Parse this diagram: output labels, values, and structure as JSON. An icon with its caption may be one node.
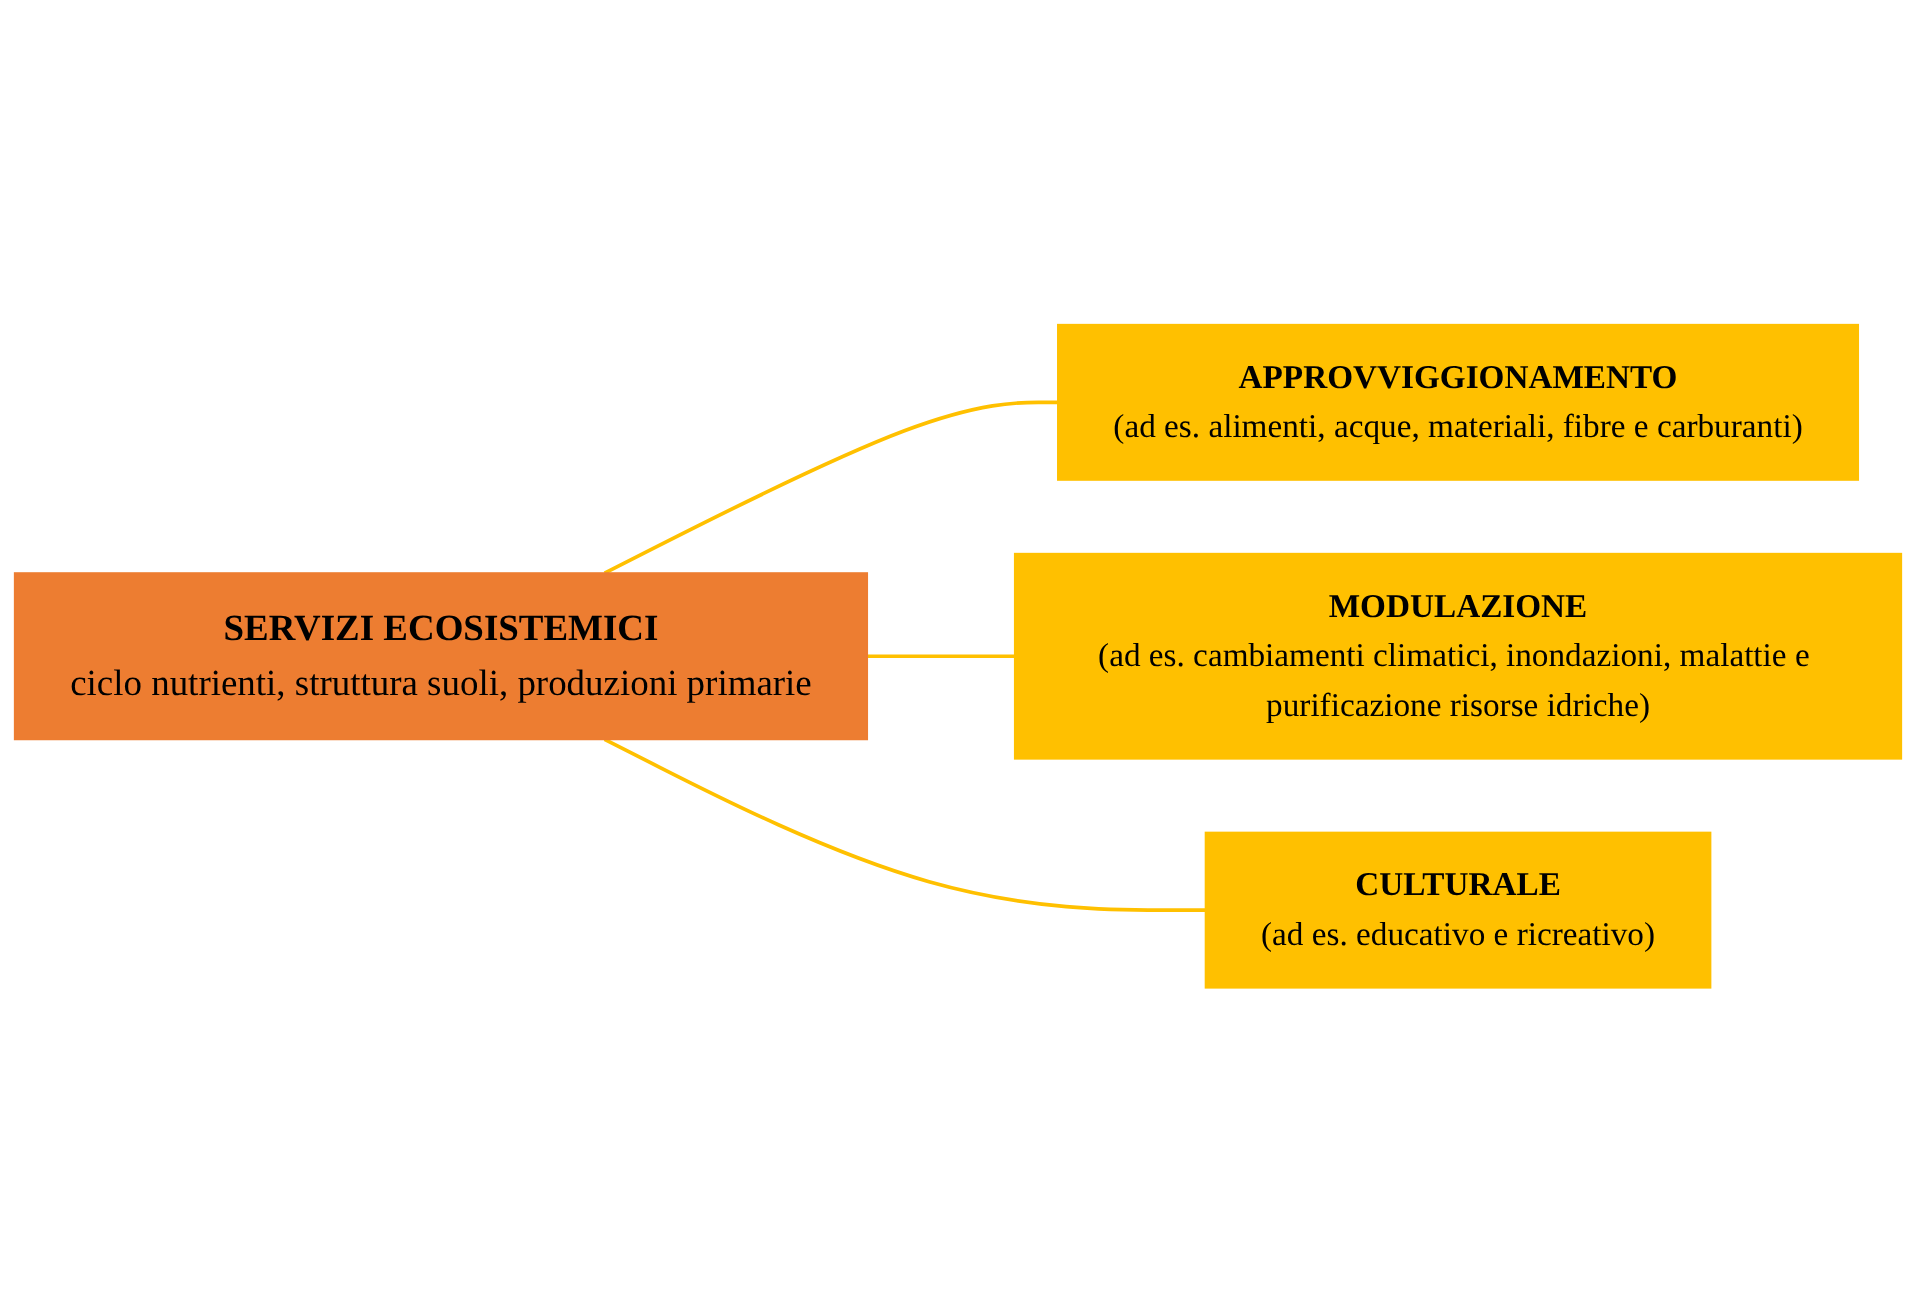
{
  "diagram": {
    "nodes": [
      {
        "text": [
          "SERVIZI ECOSISTEMICI",
          "ciclo nutrienti, struttura suoli, produzioni primarie"
        ]
      },
      {
        "text": [
          "APPROVVIGGIONAMENTO",
          "(ad es. alimenti, acque, materiali, fibre e carburanti)"
        ]
      },
      {
        "text": [
          "MODULAZIONE",
          "(ad es. cambiamenti climatici, inondazioni, malattie e purificazione risorse idriche)"
        ]
      },
      {
        "text": [
          "CULTURALE",
          "(ad es. educativo e ricreativo)"
        ]
      }
    ],
    "edges": [
      {
        "from": 0,
        "to": 1,
        "arrow": "none"
      },
      {
        "from": 0,
        "to": 2,
        "arrow": "none"
      },
      {
        "from": 0,
        "to": 3,
        "arrow": "none"
      }
    ]
  }
}
